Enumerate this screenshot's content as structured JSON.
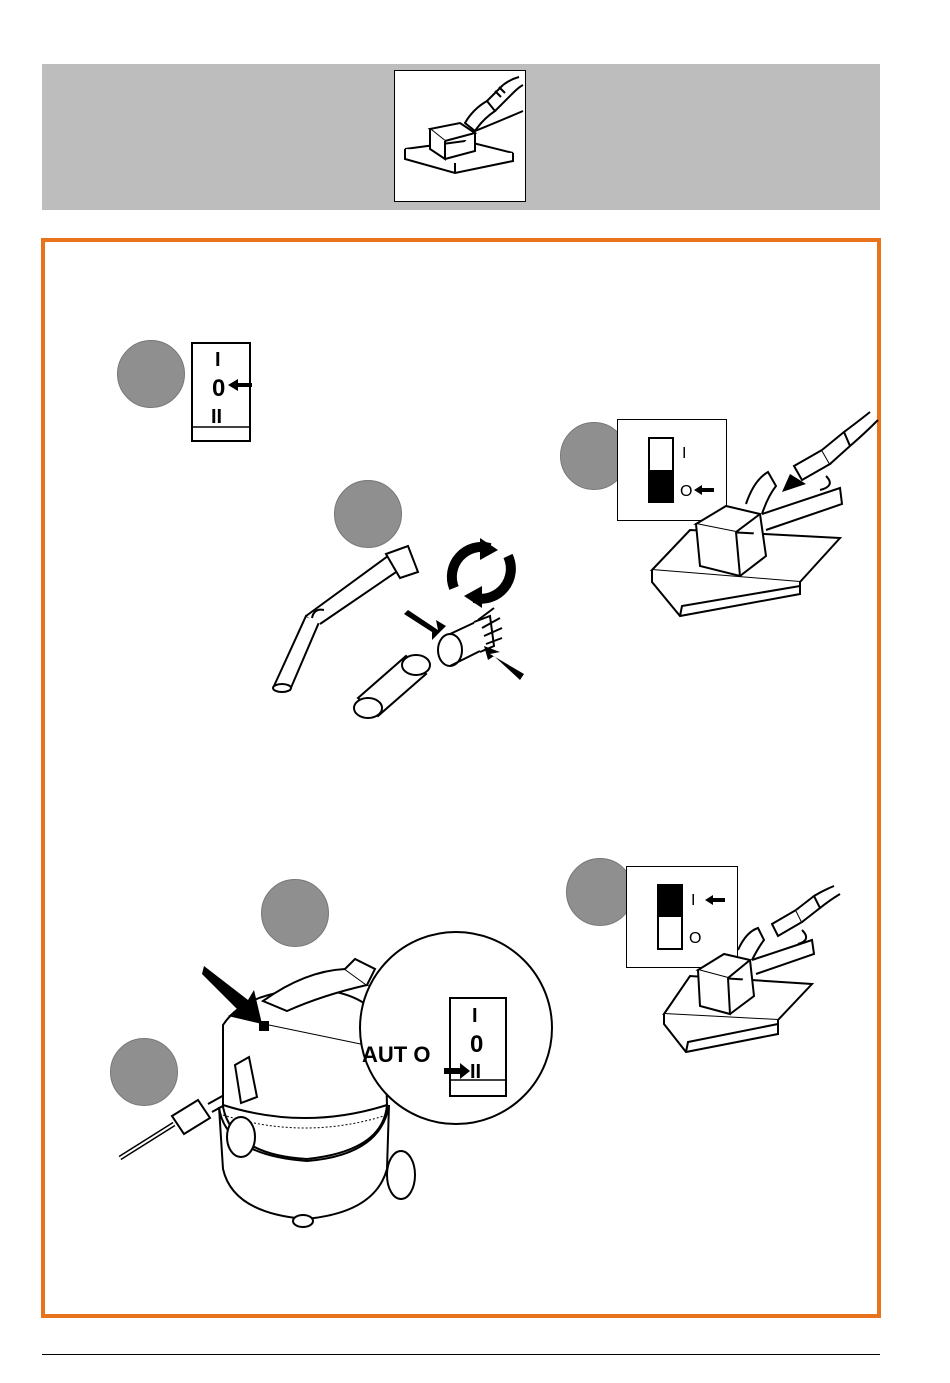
{
  "switch_labels": {
    "on": "I",
    "off": "0",
    "auto": "II",
    "off_small": "O"
  },
  "auto_label": "AUT O",
  "colors": {
    "frame_border": "#e8731c",
    "header_band": "#bdbdbd",
    "step_circle": "#8f8f8f"
  },
  "icons": [
    "floor-nozzle-icon",
    "rotate-arrows-icon",
    "plug-icon",
    "vacuum-cleaner-icon",
    "pointer-arrow-icon"
  ]
}
